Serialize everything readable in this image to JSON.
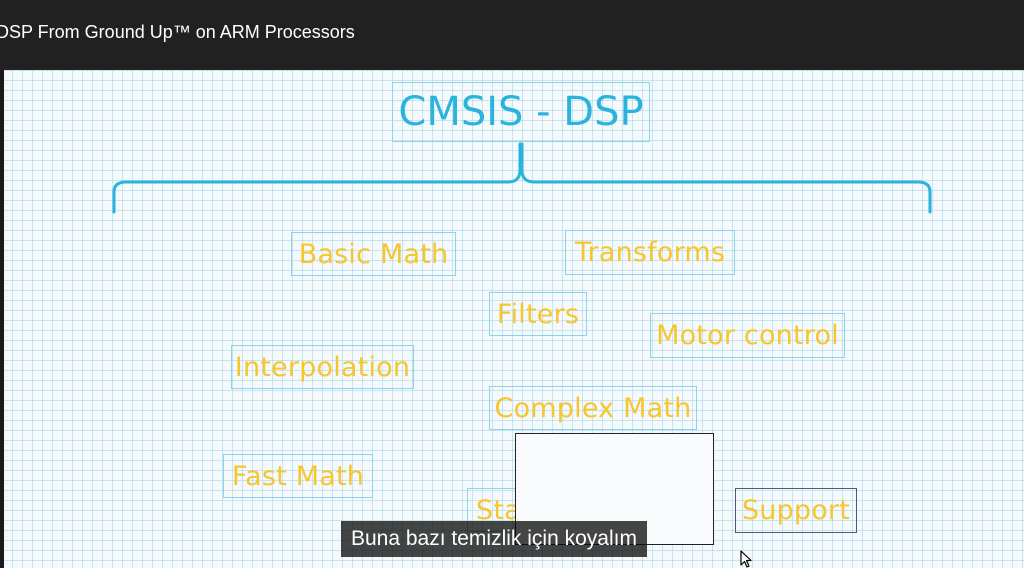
{
  "header": {
    "title": "DSP From Ground Up™ on ARM Processors"
  },
  "slide": {
    "main_title": "CMSIS - DSP",
    "modules": [
      {
        "key": "basic_math",
        "label": "Basic Math"
      },
      {
        "key": "transforms",
        "label": "Transforms"
      },
      {
        "key": "filters",
        "label": "Filters"
      },
      {
        "key": "motor_control",
        "label": "Motor control"
      },
      {
        "key": "interpolation",
        "label": "Interpolation"
      },
      {
        "key": "complex_math",
        "label": "Complex Math"
      },
      {
        "key": "fast_math",
        "label": "Fast Math"
      },
      {
        "key": "statistics_partial",
        "label": "Sta"
      },
      {
        "key": "support",
        "label": "Support"
      }
    ]
  },
  "caption": {
    "text": "Buna bazı temizlik için koyalım"
  },
  "colors": {
    "accent_blue": "#2ab3dc",
    "label_yellow": "#f7c52d",
    "support_border": "#4a5a7a"
  }
}
